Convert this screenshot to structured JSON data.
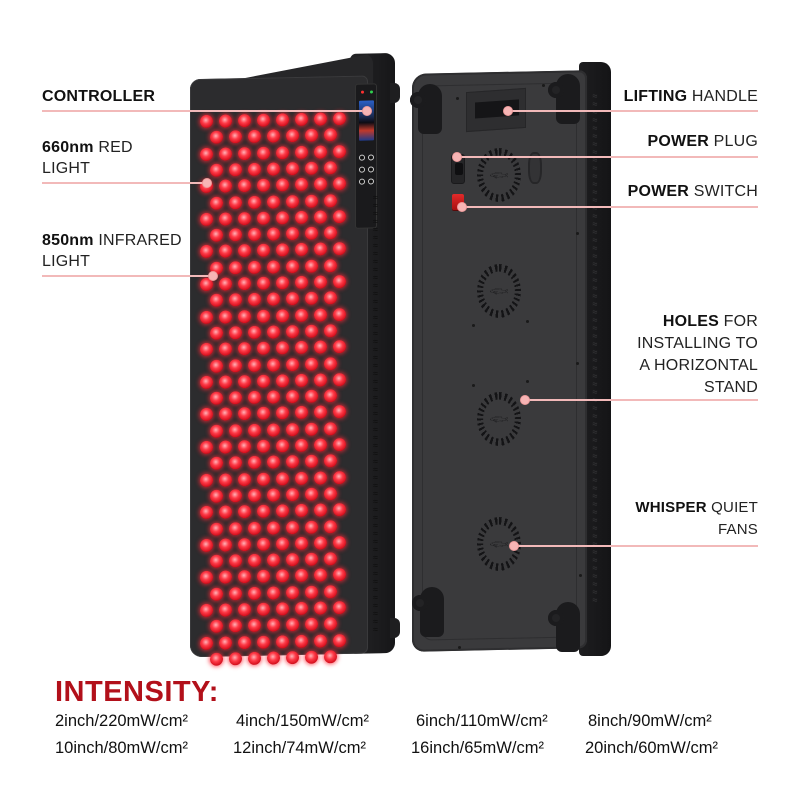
{
  "product": {
    "front_view": "red light therapy panel front with LED grid and controller",
    "back_view": "red light therapy panel rear with fans, plug and switch"
  },
  "callouts": {
    "left": [
      {
        "bold": "CONTROLLER",
        "rest": ""
      },
      {
        "bold": "660nm",
        "rest": " RED",
        "line2": "LIGHT"
      },
      {
        "bold": "850nm",
        "rest": " INFRARED",
        "line2": "LIGHT"
      }
    ],
    "right": [
      {
        "bold": "LIFTING",
        "rest": " HANDLE"
      },
      {
        "bold": "POWER",
        "rest": " PLUG"
      },
      {
        "bold": "POWER",
        "rest": " SWITCH"
      },
      {
        "bold": "HOLES",
        "rest": " FOR",
        "line2": "INSTALLING TO",
        "line3": "A HORIZONTAL",
        "line4": "STAND"
      },
      {
        "bold": "WHISPER",
        "rest": " QUIET",
        "line2": "FANS"
      }
    ]
  },
  "intensity": {
    "title": "INTENSITY:",
    "rows": [
      [
        "2inch/220mW/cm²",
        "4inch/150mW/cm²",
        "6inch/110mW/cm²",
        "8inch/90mW/cm²"
      ],
      [
        "10inch/80mW/cm²",
        "12inch/74mW/cm²",
        "16inch/65mW/cm²",
        "20inch/60mW/cm²"
      ]
    ]
  },
  "icons": {
    "vent": "≈",
    "fan_logo": "𓆟"
  },
  "colors": {
    "accent_red": "#b2101a",
    "callout_line": "#f2b9b9",
    "led_red": "#ff3b48",
    "panel_dark": "#2c2c2e"
  }
}
